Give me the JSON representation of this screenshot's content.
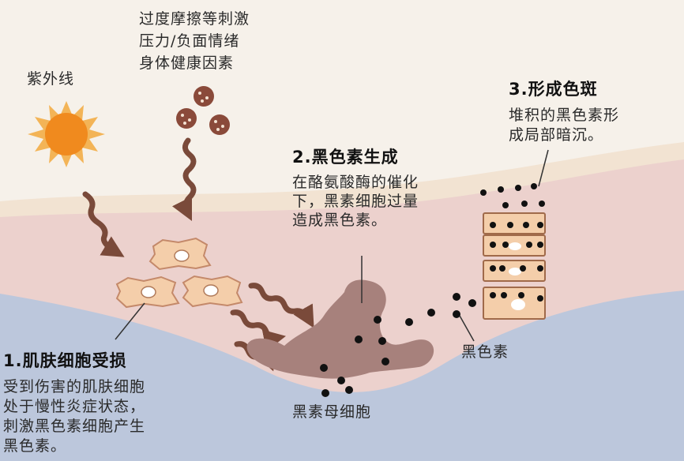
{
  "labels": {
    "uv": "紫外线",
    "stimuli": [
      "过度摩擦等刺激",
      "压力/负面情绪",
      "身体健康因素"
    ],
    "step1": {
      "title": "1.肌肤细胞受损",
      "body": [
        "受到伤害的肌肤细胞",
        "处于慢性炎症状态，",
        "刺激黑色素细胞产生",
        "黑色素。"
      ]
    },
    "step2": {
      "title": "2.黑色素生成",
      "body": [
        "在酪氨酸酶的催化",
        "下，黑素细胞过量",
        "造成黑色素。"
      ]
    },
    "step3": {
      "title": "3.形成色斑",
      "body": [
        "堆积的黑色素形",
        "成局部暗沉。"
      ]
    },
    "melanocyte": "黑素母细胞",
    "melanin": "黑色素"
  },
  "colors": {
    "sky": "#f6f1ea",
    "band_top": "#f2e3d2",
    "band_pink": "#ecd1cd",
    "dermis": "#bcc7dc",
    "cell_fill": "#f4ceaa",
    "cell_border": "#c4896a",
    "melanocyte": "#a7817c",
    "arrow": "#7a4a3a",
    "sun": "#f4a53d",
    "dot": "#111111"
  },
  "icons": [
    "sun-icon",
    "stress-particles-icon",
    "wavy-arrow-icon",
    "melanin-dot-icon"
  ]
}
